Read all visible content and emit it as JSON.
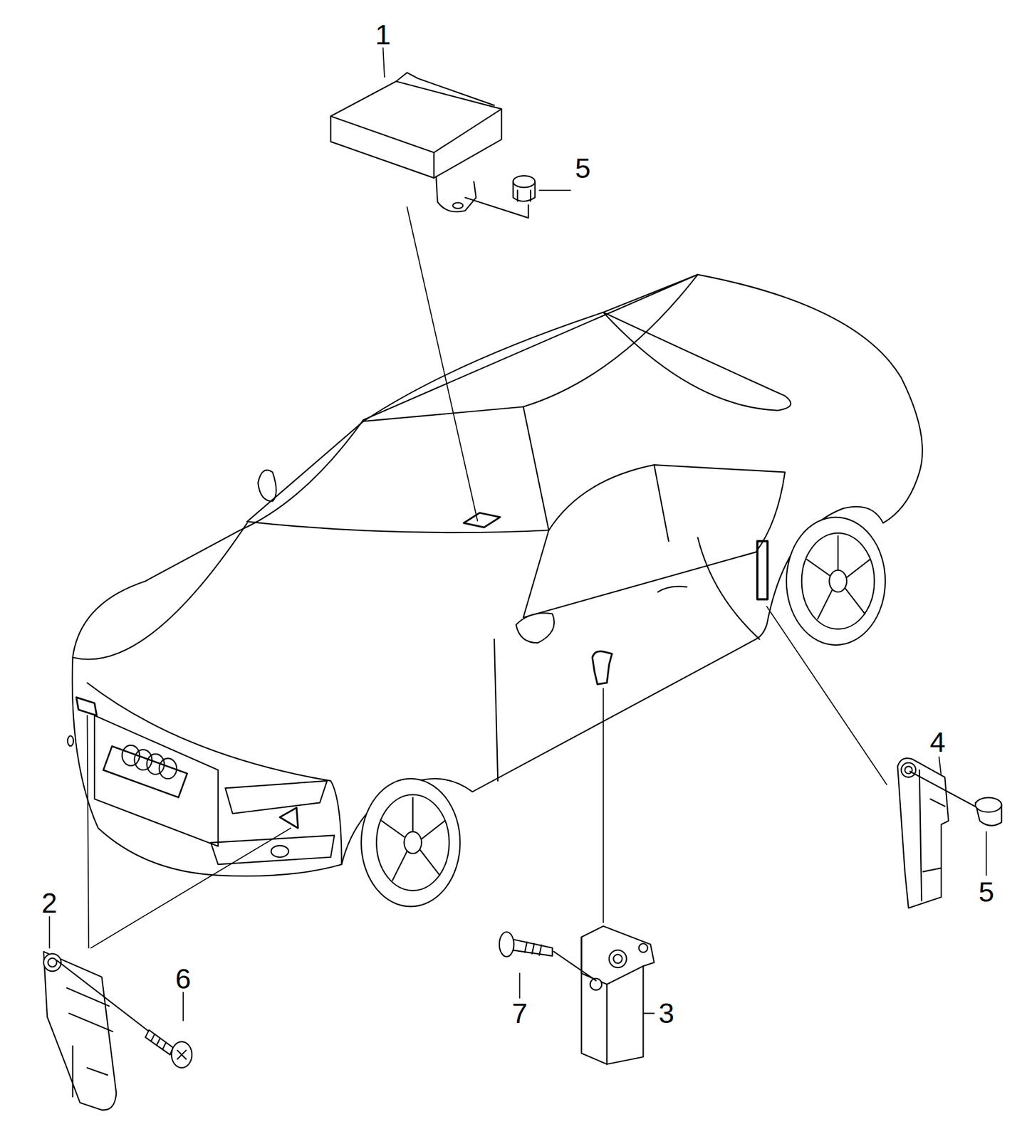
{
  "diagram": {
    "labels": [
      "1",
      "5",
      "4",
      "5",
      "2",
      "6",
      "7",
      "3"
    ]
  }
}
